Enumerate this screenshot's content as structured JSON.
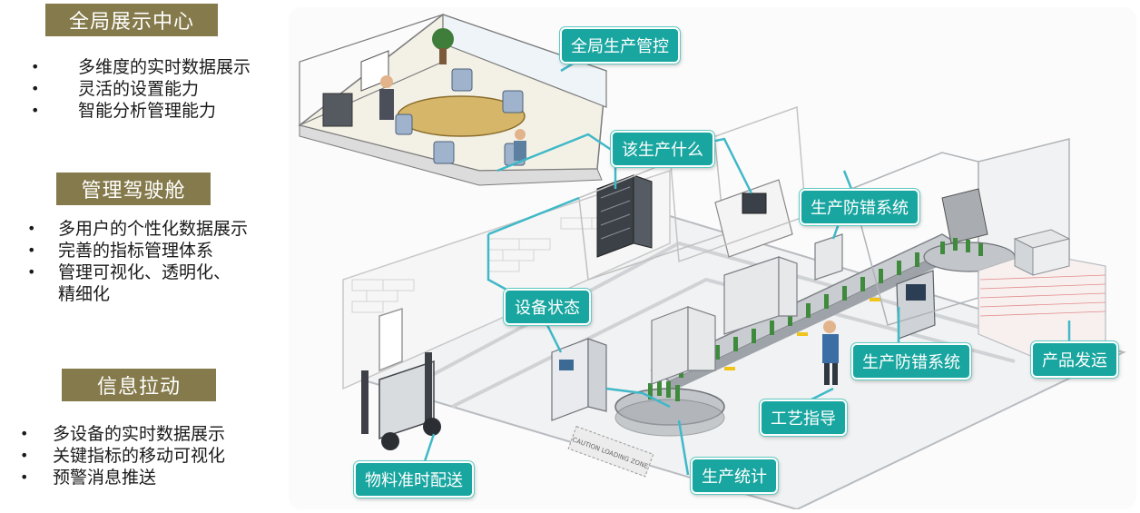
{
  "colors": {
    "header_bg": "#857a4b",
    "callout_bg": "#1aa6a0",
    "pipe": "#3fb8c8"
  },
  "panel": {
    "sections": [
      {
        "title": "全局展示中心",
        "items": [
          "多维度的实时数据展示",
          "灵活的设置能力",
          "智能分析管理能力"
        ]
      },
      {
        "title": "管理驾驶舱",
        "items": [
          "多用户的个性化数据展示",
          "完善的指标管理体系",
          "管理可视化、透明化、精细化"
        ]
      },
      {
        "title": "信息拉动",
        "items": [
          "多设备的实时数据展示",
          "关键指标的移动可视化",
          "预警消息推送"
        ]
      }
    ]
  },
  "diagram": {
    "callouts": {
      "global_control": "全局生产管控",
      "what_to_produce": "该生产什么",
      "error_proof_top": "生产防错系统",
      "equipment_status": "设备状态",
      "error_proof_bottom": "生产防错系统",
      "shipping": "产品发运",
      "process_guide": "工艺指导",
      "production_stats": "生产统计",
      "material_delivery": "物料准时配送"
    },
    "floor_sign": "CAUTION LOADING ZONE"
  }
}
